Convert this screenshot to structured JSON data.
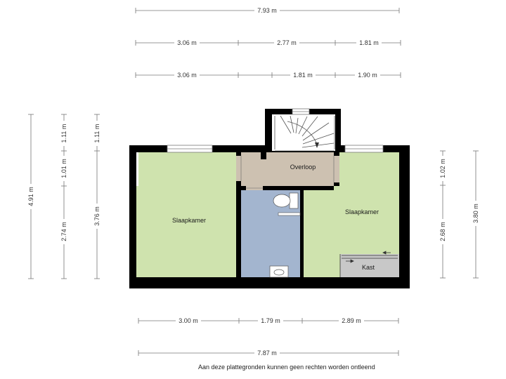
{
  "dimensions": {
    "top_total": "7.93 m",
    "top_row2": [
      "3.06 m",
      "2.77 m",
      "1.81 m"
    ],
    "top_row3": [
      "3.06 m",
      "1.81 m",
      "1.90 m"
    ],
    "left_total": "4.91 m",
    "left_col2": [
      "1.11 m",
      "1.01 m",
      "2.74 m"
    ],
    "left_col3": [
      "1.11 m",
      "3.76 m"
    ],
    "right_col1": [
      "1.02 m",
      "2.68 m"
    ],
    "right_col2": "3.80 m",
    "bottom_row1": [
      "3.00 m",
      "1.79 m",
      "2.89 m"
    ],
    "bottom_total": "7.87 m"
  },
  "rooms": {
    "left_bedroom": "Slaapkamer",
    "right_bedroom": "Slaapkamer",
    "landing": "Overloop",
    "closet": "Kast"
  },
  "disclaimer": "Aan deze plattegronden kunnen geen rechten worden ontleend",
  "colors": {
    "bedroom": "#cfe3ae",
    "landing": "#cdc1b1",
    "bathroom": "#a3b5cf",
    "closet": "#c8c8c8",
    "wall": "#000000"
  }
}
